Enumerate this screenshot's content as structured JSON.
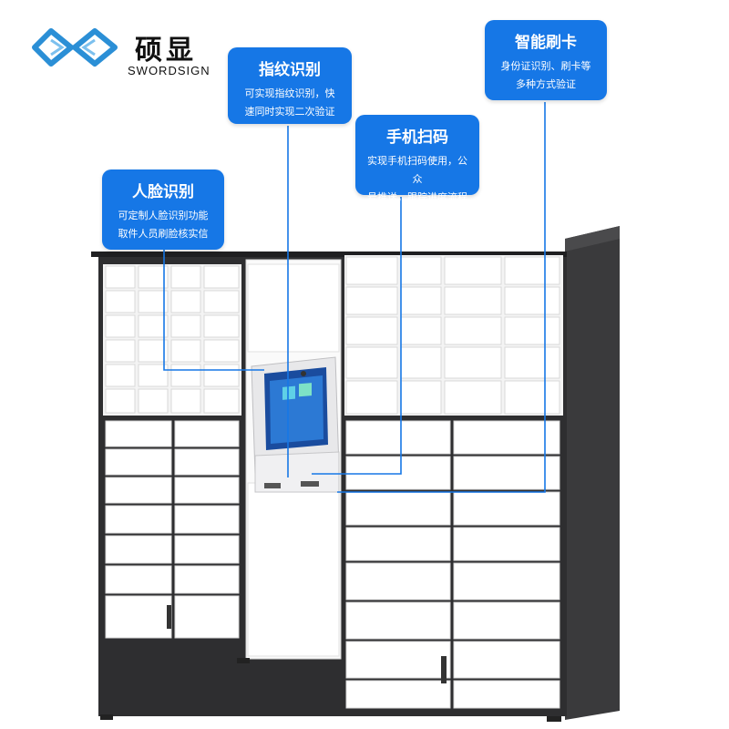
{
  "brand": {
    "name_cn": "硕显",
    "name_en": "SWORDSIGN",
    "color": "#2b8fd6"
  },
  "callouts": {
    "fingerprint": {
      "title": "指纹识别",
      "desc1": "可实现指纹识别，快",
      "desc2": "速同时实现二次验证"
    },
    "smartcard": {
      "title": "智能刷卡",
      "desc1": "身份证识别、刷卡等",
      "desc2": "多种方式验证"
    },
    "mobile_scan": {
      "title": "手机扫码",
      "desc1": "实现手机扫码使用，公众",
      "desc2": "号推送，跟踪进度流程"
    },
    "face_recognition": {
      "title": "人脸识别",
      "desc1": "可定制人脸识别功能",
      "desc2": "取件人员刷脸核实信"
    }
  },
  "colors": {
    "callout_bg": "#1677e6",
    "cabinet_frame": "#2e2e30",
    "door": "#ffffff",
    "connector": "#1677e6"
  }
}
